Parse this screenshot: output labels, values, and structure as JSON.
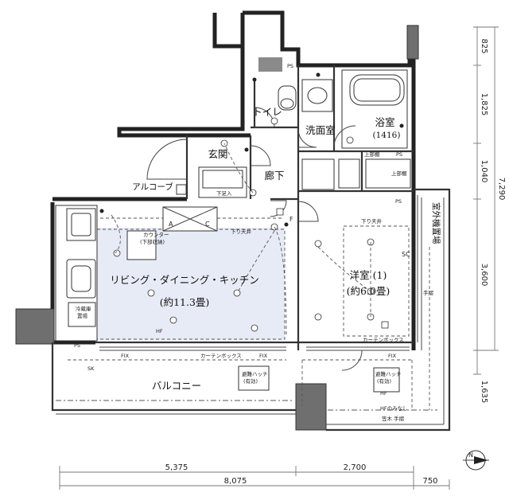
{
  "rooms": {
    "ldk": "リビング・ダイニング・キッチン",
    "ldk_size": "(約11.3畳)",
    "western": "洋室 (1)",
    "western_size": "(約6.0畳)",
    "bath": "浴室",
    "bath_size": "(1416)",
    "washroom": "洗面室",
    "toilet": "トイレ",
    "corridor": "廊下",
    "entrance": "玄関",
    "balcony": "バルコニー",
    "alcove": "アルコーブ",
    "outdoor_unit": "室外機置場"
  },
  "labels": {
    "ps": "PS",
    "counter": "カウンター",
    "counter_sub": "(下部収納)",
    "fridge": "冷蔵庫",
    "fridge_sub": "置場",
    "drop_ceiling": "下り天井",
    "curtain_box": "カーテンボックス",
    "curtain_box2": "カーテンボックス",
    "handrail": "手摺",
    "upper_shelf": "上部棚",
    "upper_shelf2": "上部棚",
    "shoe_box": "下足入",
    "hatch": "避難ハッチ",
    "hatch_sub": "(有効)",
    "hatch2": "避難ハッチ",
    "hatch2_sub": "(有効)",
    "fix1": "FIX",
    "fix2": "FIX",
    "fix3": "FIX",
    "hf1": "HF",
    "hf2": "HF",
    "hf_note": "HFのみなし",
    "handrail_bottom": "笠木 手摺",
    "sk": "SK",
    "a": "A",
    "c": "C",
    "f": "F",
    "sc": "SC"
  },
  "dimensions": {
    "right": [
      "825",
      "1,825",
      "1,040",
      "3,600",
      "1,635"
    ],
    "right_total": "7,290",
    "bottom_row1": [
      "5,375",
      "2,700"
    ],
    "bottom_row2": [
      "8,075",
      "750"
    ]
  },
  "compass": "N",
  "colors": {
    "ldk_fill": "#e7ebf5",
    "wall": "#222222"
  }
}
